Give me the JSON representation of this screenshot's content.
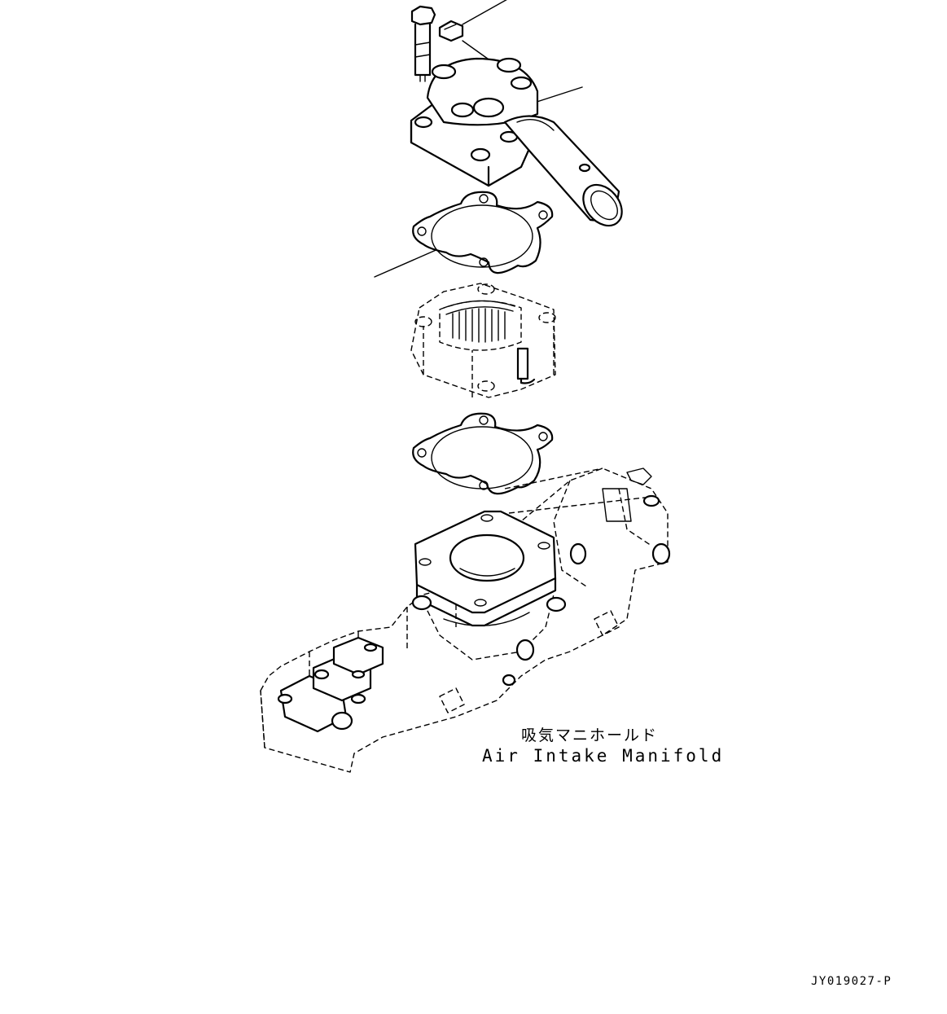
{
  "callouts": {
    "manifold_jp": "吸気マニホールド",
    "manifold_en": "Air Intake Manifold"
  },
  "drawing_code": "JY019027-P",
  "colors": {
    "line": "#000000",
    "background": "#ffffff"
  }
}
